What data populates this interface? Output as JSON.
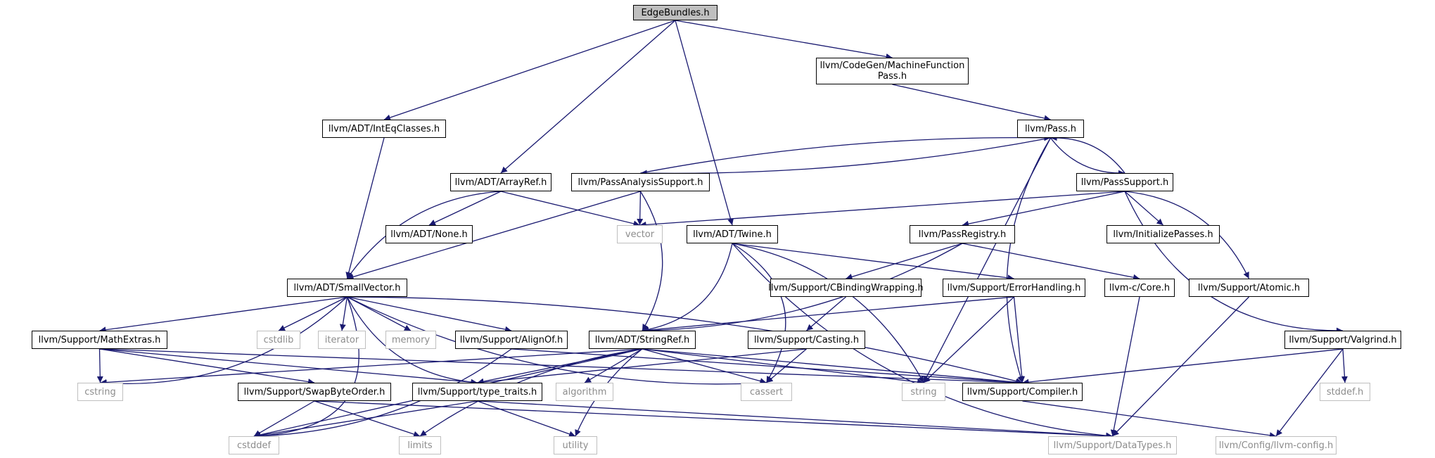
{
  "colors": {
    "edge": "#191970",
    "root_fill": "#bfbfbf",
    "system_border": "#bfbfbf",
    "system_text": "#8c8c8c"
  },
  "nodes": {
    "edge_bundles_h": "EdgeBundles.h",
    "machine_function_pass_h": "llvm/CodeGen/MachineFunction\nPass.h",
    "int_eq_classes_h": "llvm/ADT/IntEqClasses.h",
    "pass_h": "llvm/Pass.h",
    "array_ref_h": "llvm/ADT/ArrayRef.h",
    "pass_analysis_support_h": "llvm/PassAnalysisSupport.h",
    "pass_support_h": "llvm/PassSupport.h",
    "none_h": "llvm/ADT/None.h",
    "vector": "vector",
    "twine_h": "llvm/ADT/Twine.h",
    "pass_registry_h": "llvm/PassRegistry.h",
    "initialize_passes_h": "llvm/InitializePasses.h",
    "small_vector_h": "llvm/ADT/SmallVector.h",
    "cbinding_wrapping_h": "llvm/Support/CBindingWrapping.h",
    "error_handling_h": "llvm/Support/ErrorHandling.h",
    "core_h": "llvm-c/Core.h",
    "atomic_h": "llvm/Support/Atomic.h",
    "cstdlib": "cstdlib",
    "iterator": "iterator",
    "memory": "memory",
    "math_extras_h": "llvm/Support/MathExtras.h",
    "align_of_h": "llvm/Support/AlignOf.h",
    "string_ref_h": "llvm/ADT/StringRef.h",
    "casting_h": "llvm/Support/Casting.h",
    "valgrind_h": "llvm/Support/Valgrind.h",
    "cstring": "cstring",
    "swap_byte_order_h": "llvm/Support/SwapByteOrder.h",
    "type_traits_h": "llvm/Support/type_traits.h",
    "algorithm": "algorithm",
    "cassert": "cassert",
    "string": "string",
    "compiler_h": "llvm/Support/Compiler.h",
    "stddef_h": "stddef.h",
    "cstddef": "cstddef",
    "limits": "limits",
    "utility": "utility",
    "data_types_h": "llvm/Support/DataTypes.h",
    "llvm_config_h": "llvm/Config/llvm-config.h"
  }
}
